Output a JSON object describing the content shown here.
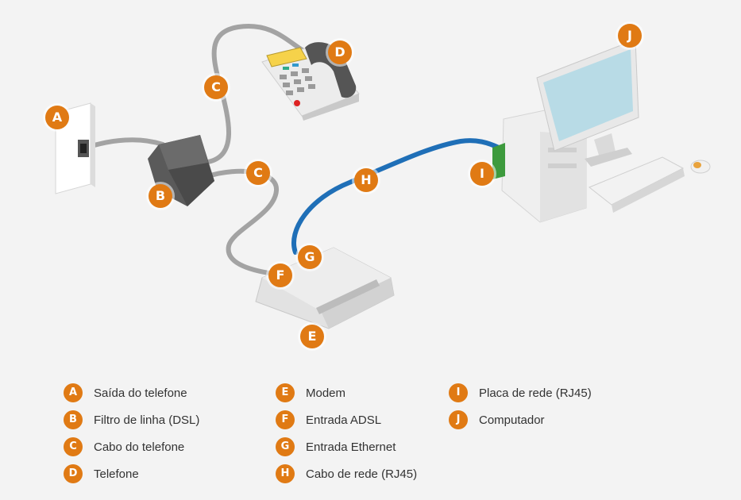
{
  "colors": {
    "badge": "#e07a14",
    "cable_gray": "#9e9e9e",
    "cable_blue": "#1f6fb7",
    "background": "#f3f3f3"
  },
  "labels": {
    "A": "A",
    "B": "B",
    "C": "C",
    "D": "D",
    "E": "E",
    "F": "F",
    "G": "G",
    "H": "H",
    "I": "I",
    "J": "J"
  },
  "legend": {
    "A": "Saída do telefone",
    "B": "Filtro de linha (DSL)",
    "C": "Cabo do telefone",
    "D": "Telefone",
    "E": "Modem",
    "F": "Entrada ADSL",
    "G": "Entrada Ethernet",
    "H": "Cabo de rede (RJ45)",
    "I": "Placa de rede (RJ45)",
    "J": "Computador"
  }
}
